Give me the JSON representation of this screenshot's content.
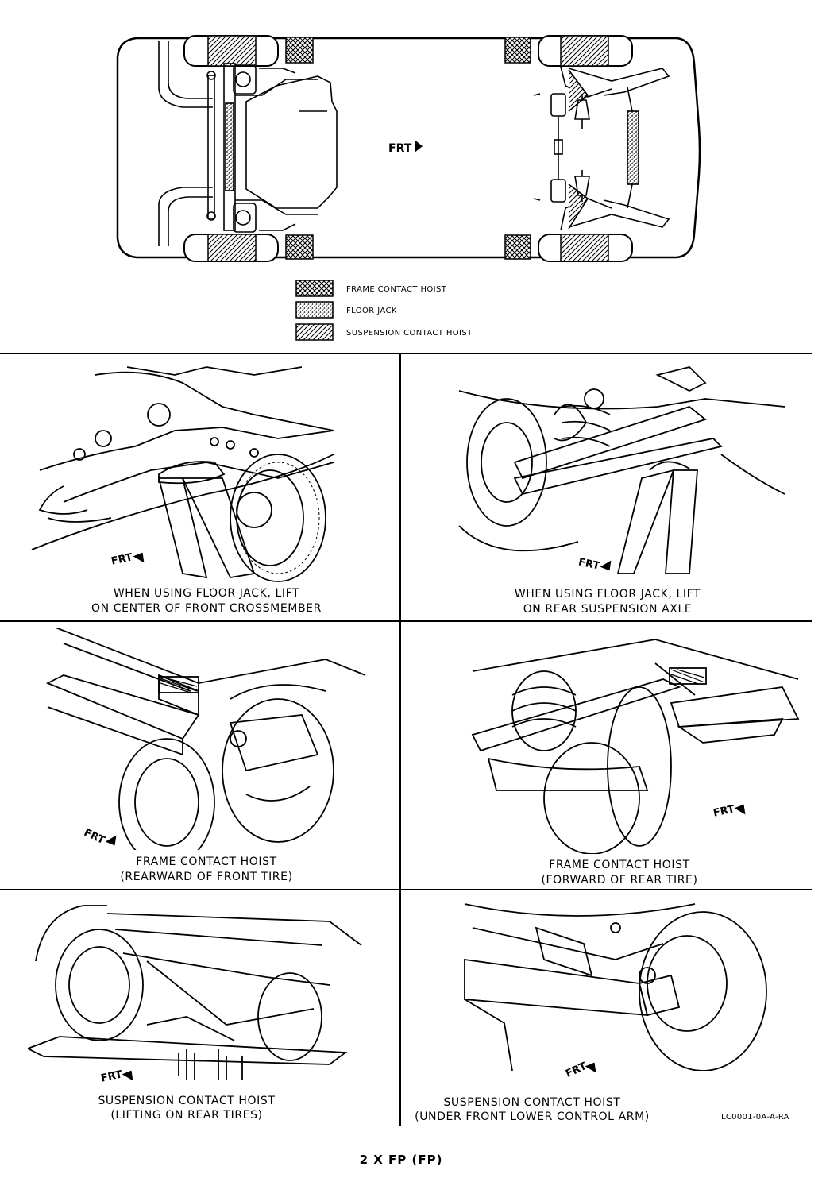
{
  "top_diagram": {
    "direction_label": "FRT"
  },
  "legend": [
    {
      "pattern": "crosshatch",
      "label": "FRAME CONTACT HOIST"
    },
    {
      "pattern": "stipple",
      "label": "FLOOR JACK"
    },
    {
      "pattern": "diagonal",
      "label": "SUSPENSION CONTACT HOIST"
    }
  ],
  "panels": [
    {
      "frt": "FRT",
      "caption_line1": "WHEN USING FLOOR JACK, LIFT",
      "caption_line2": "ON CENTER OF FRONT CROSSMEMBER"
    },
    {
      "frt": "FRT",
      "caption_line1": "WHEN USING FLOOR JACK, LIFT",
      "caption_line2": "ON REAR SUSPENSION AXLE"
    },
    {
      "frt": "FRT",
      "caption_line1": "FRAME CONTACT HOIST",
      "caption_line2": "(REARWARD OF FRONT TIRE)"
    },
    {
      "frt": "FRT",
      "caption_line1": "FRAME CONTACT HOIST",
      "caption_line2": "(FORWARD OF REAR TIRE)"
    },
    {
      "frt": "FRT",
      "caption_line1": "SUSPENSION CONTACT HOIST",
      "caption_line2": "(LIFTING ON REAR TIRES)"
    },
    {
      "frt": "FRT",
      "caption_line1": "SUSPENSION CONTACT HOIST",
      "caption_line2": "(UNDER FRONT LOWER CONTROL ARM)"
    }
  ],
  "figure_code": "LC0001-0A-A-RA",
  "page_footer": "2 X FP  (FP)"
}
